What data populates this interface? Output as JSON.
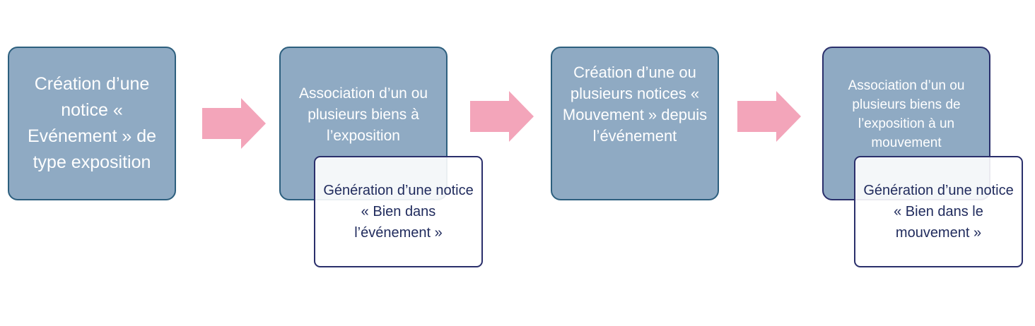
{
  "colors": {
    "step_fill": "#8faac3",
    "step_border": "#2d5f7e",
    "sub_border": "#2a2f6b",
    "arrow": "#f3a5ba",
    "sub_text": "#1f2a5c"
  },
  "steps": [
    {
      "text": "Création d’une notice « Evénement » de type exposition"
    },
    {
      "text": "Association d’un ou plusieurs biens à l’exposition"
    },
    {
      "text": "Création d’une ou plusieurs notices « Mouvement » depuis l’événement"
    },
    {
      "text": "Association d’un ou plusieurs biens de l’exposition à un mouvement"
    }
  ],
  "subs": [
    {
      "text": "Génération d’une notice « Bien dans l’événement »"
    },
    {
      "text": "Génération d’une notice « Bien dans le mouvement »"
    }
  ]
}
